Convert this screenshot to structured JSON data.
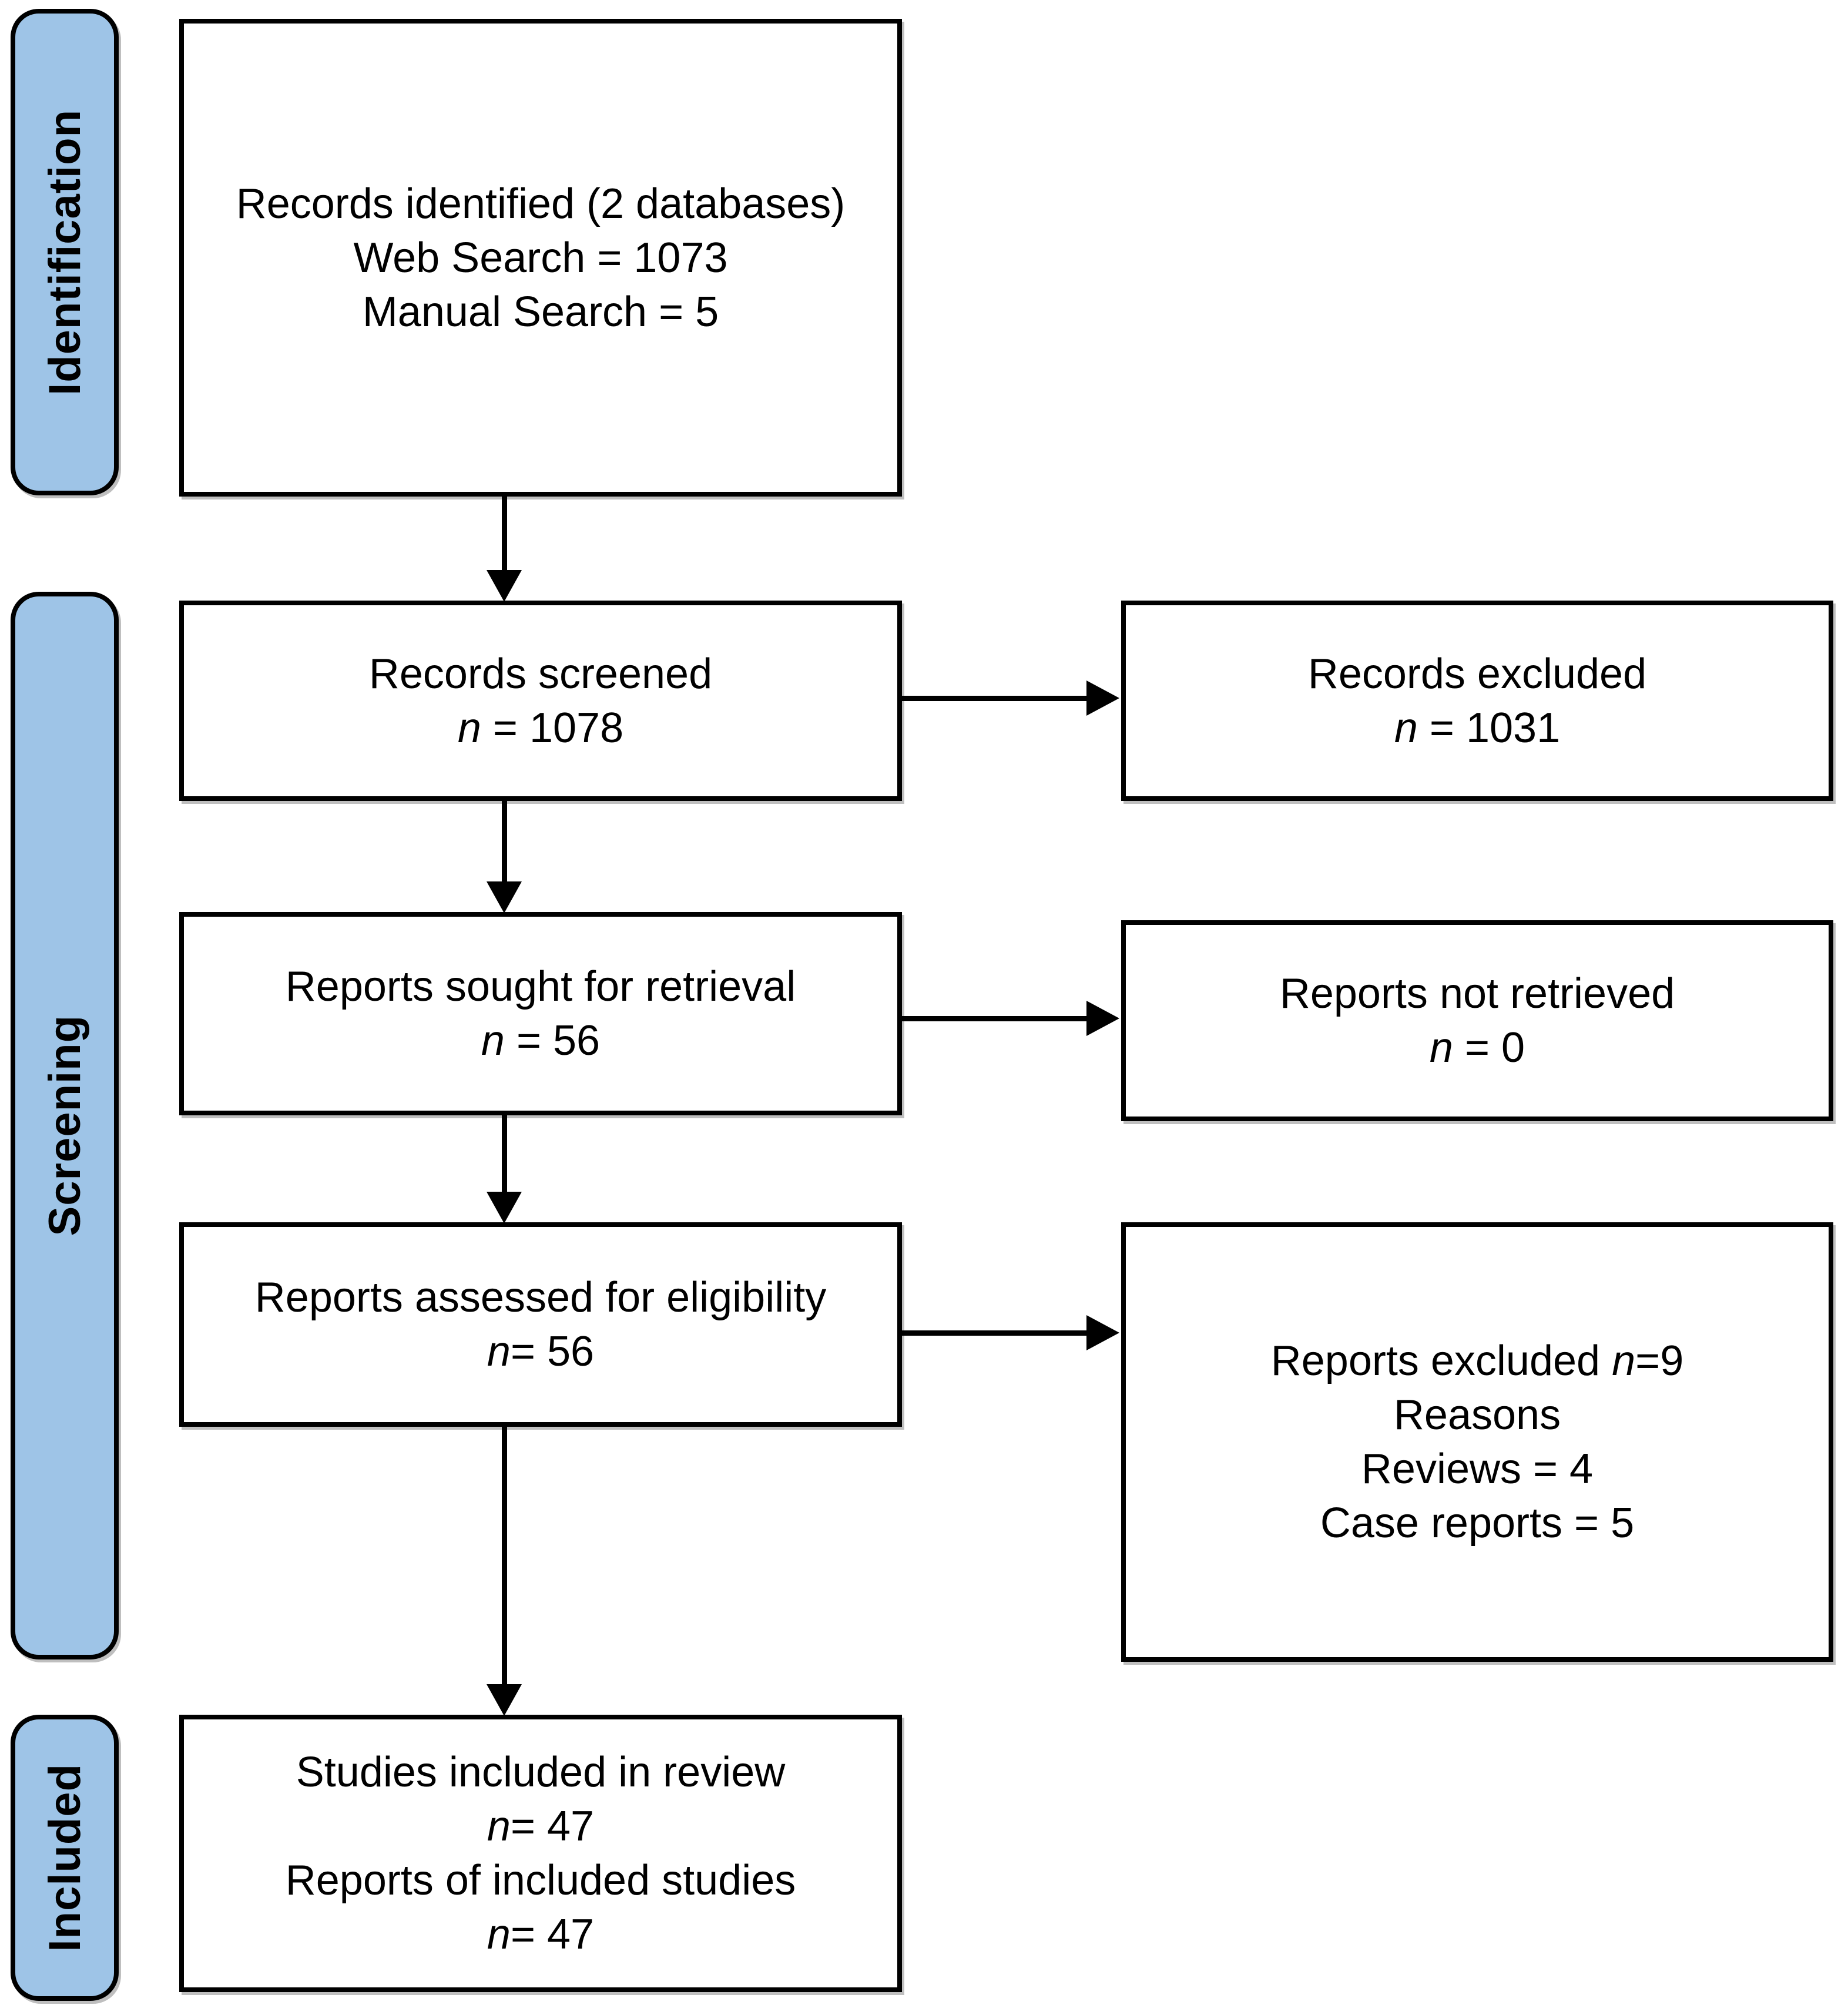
{
  "palette": {
    "stage_fill": "#9EC4E7",
    "box_fill": "#FFFFFF",
    "border": "#000000",
    "text": "#000000"
  },
  "stages": {
    "identification": {
      "label": "Identification"
    },
    "screening": {
      "label": "Screening"
    },
    "included": {
      "label": "Included"
    }
  },
  "boxes": {
    "records_identified": {
      "lines": [
        {
          "pre": "Records identified (2 databases)",
          "n": "",
          "post": ""
        },
        {
          "pre": "Web Search = 1073",
          "n": "",
          "post": ""
        },
        {
          "pre": "Manual Search = 5",
          "n": "",
          "post": ""
        }
      ]
    },
    "records_screened": {
      "lines": [
        {
          "pre": "Records screened",
          "n": "",
          "post": ""
        },
        {
          "pre": "",
          "n": "n",
          "post": " = 1078"
        }
      ]
    },
    "records_excluded": {
      "lines": [
        {
          "pre": "Records excluded",
          "n": "",
          "post": ""
        },
        {
          "pre": "",
          "n": "n",
          "post": " = 1031"
        }
      ]
    },
    "reports_sought": {
      "lines": [
        {
          "pre": "Reports sought for retrieval",
          "n": "",
          "post": ""
        },
        {
          "pre": "",
          "n": "n",
          "post": " = 56"
        }
      ]
    },
    "reports_not_retrieved": {
      "lines": [
        {
          "pre": "Reports not retrieved",
          "n": "",
          "post": ""
        },
        {
          "pre": "",
          "n": "n",
          "post": " = 0"
        }
      ]
    },
    "reports_assessed": {
      "lines": [
        {
          "pre": "Reports assessed for eligibility",
          "n": "",
          "post": ""
        },
        {
          "pre": "",
          "n": "n",
          "post": "= 56"
        }
      ]
    },
    "reports_excluded_reasons": {
      "lines": [
        {
          "pre": "Reports excluded ",
          "n": "n",
          "post": "=9"
        },
        {
          "pre": "Reasons",
          "n": "",
          "post": ""
        },
        {
          "pre": "Reviews = 4",
          "n": "",
          "post": ""
        },
        {
          "pre": "Case reports = 5",
          "n": "",
          "post": ""
        }
      ]
    },
    "studies_included": {
      "lines": [
        {
          "pre": "Studies included in review",
          "n": "",
          "post": ""
        },
        {
          "pre": "",
          "n": "n",
          "post": "= 47"
        },
        {
          "pre": "Reports of included studies",
          "n": "",
          "post": ""
        },
        {
          "pre": "",
          "n": "n",
          "post": "= 47"
        }
      ]
    }
  }
}
